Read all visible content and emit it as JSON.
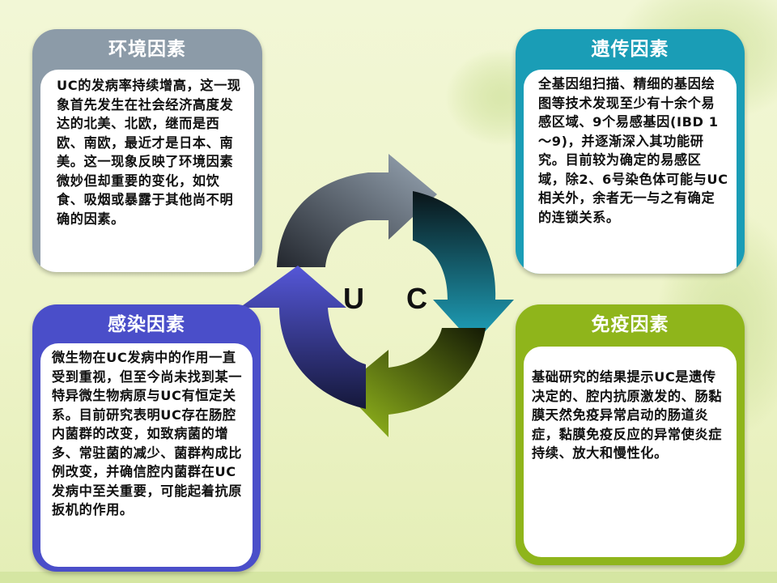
{
  "cards": {
    "environment": {
      "title": "环境因素",
      "body": "UC的发病率持续增高，这一现象首先发生在社会经济高度发达的北美、北欧，继而是西欧、南欧，最近才是日本、南美。这一现象反映了环境因素微妙但却重要的变化，如饮食、吸烟或暴露于其他尚不明确的因素。"
    },
    "genetic": {
      "title": "遗传因素",
      "body": "全基因组扫描、精细的基因绘图等技术发现至少有十余个易感区域、9个易感基因(IBD 1～9)，并逐渐深入其功能研究。目前较为确定的易感区域，除2、6号染色体可能与UC相关外，余者无一与之有确定的连锁关系。"
    },
    "infection": {
      "title": "感染因素",
      "body": "微生物在UC发病中的作用一直受到重视，但至今尚未找到某一特异微生物病原与UC有恒定关系。目前研究表明UC存在肠腔内菌群的改变，如致病菌的增多、常驻菌的减少、菌群构成比例改变，并确信腔内菌群在UC发病中至关重要，可能起着抗原扳机的作用。"
    },
    "immune": {
      "title": "免疫因素",
      "body": "基础研究的结果提示UC是遗传决定的、腔内抗原激发的、肠黏膜天然免疫异常启动的肠道炎症，黏膜免疫反应的异常使炎症持续、放大和慢性化。"
    }
  },
  "center": {
    "letter_1": "U",
    "letter_2": "C"
  },
  "colors": {
    "environment": "#8c9ba8",
    "genetic": "#1a9db6",
    "infection": "#4a4ec9",
    "immune": "#8fb51b"
  }
}
